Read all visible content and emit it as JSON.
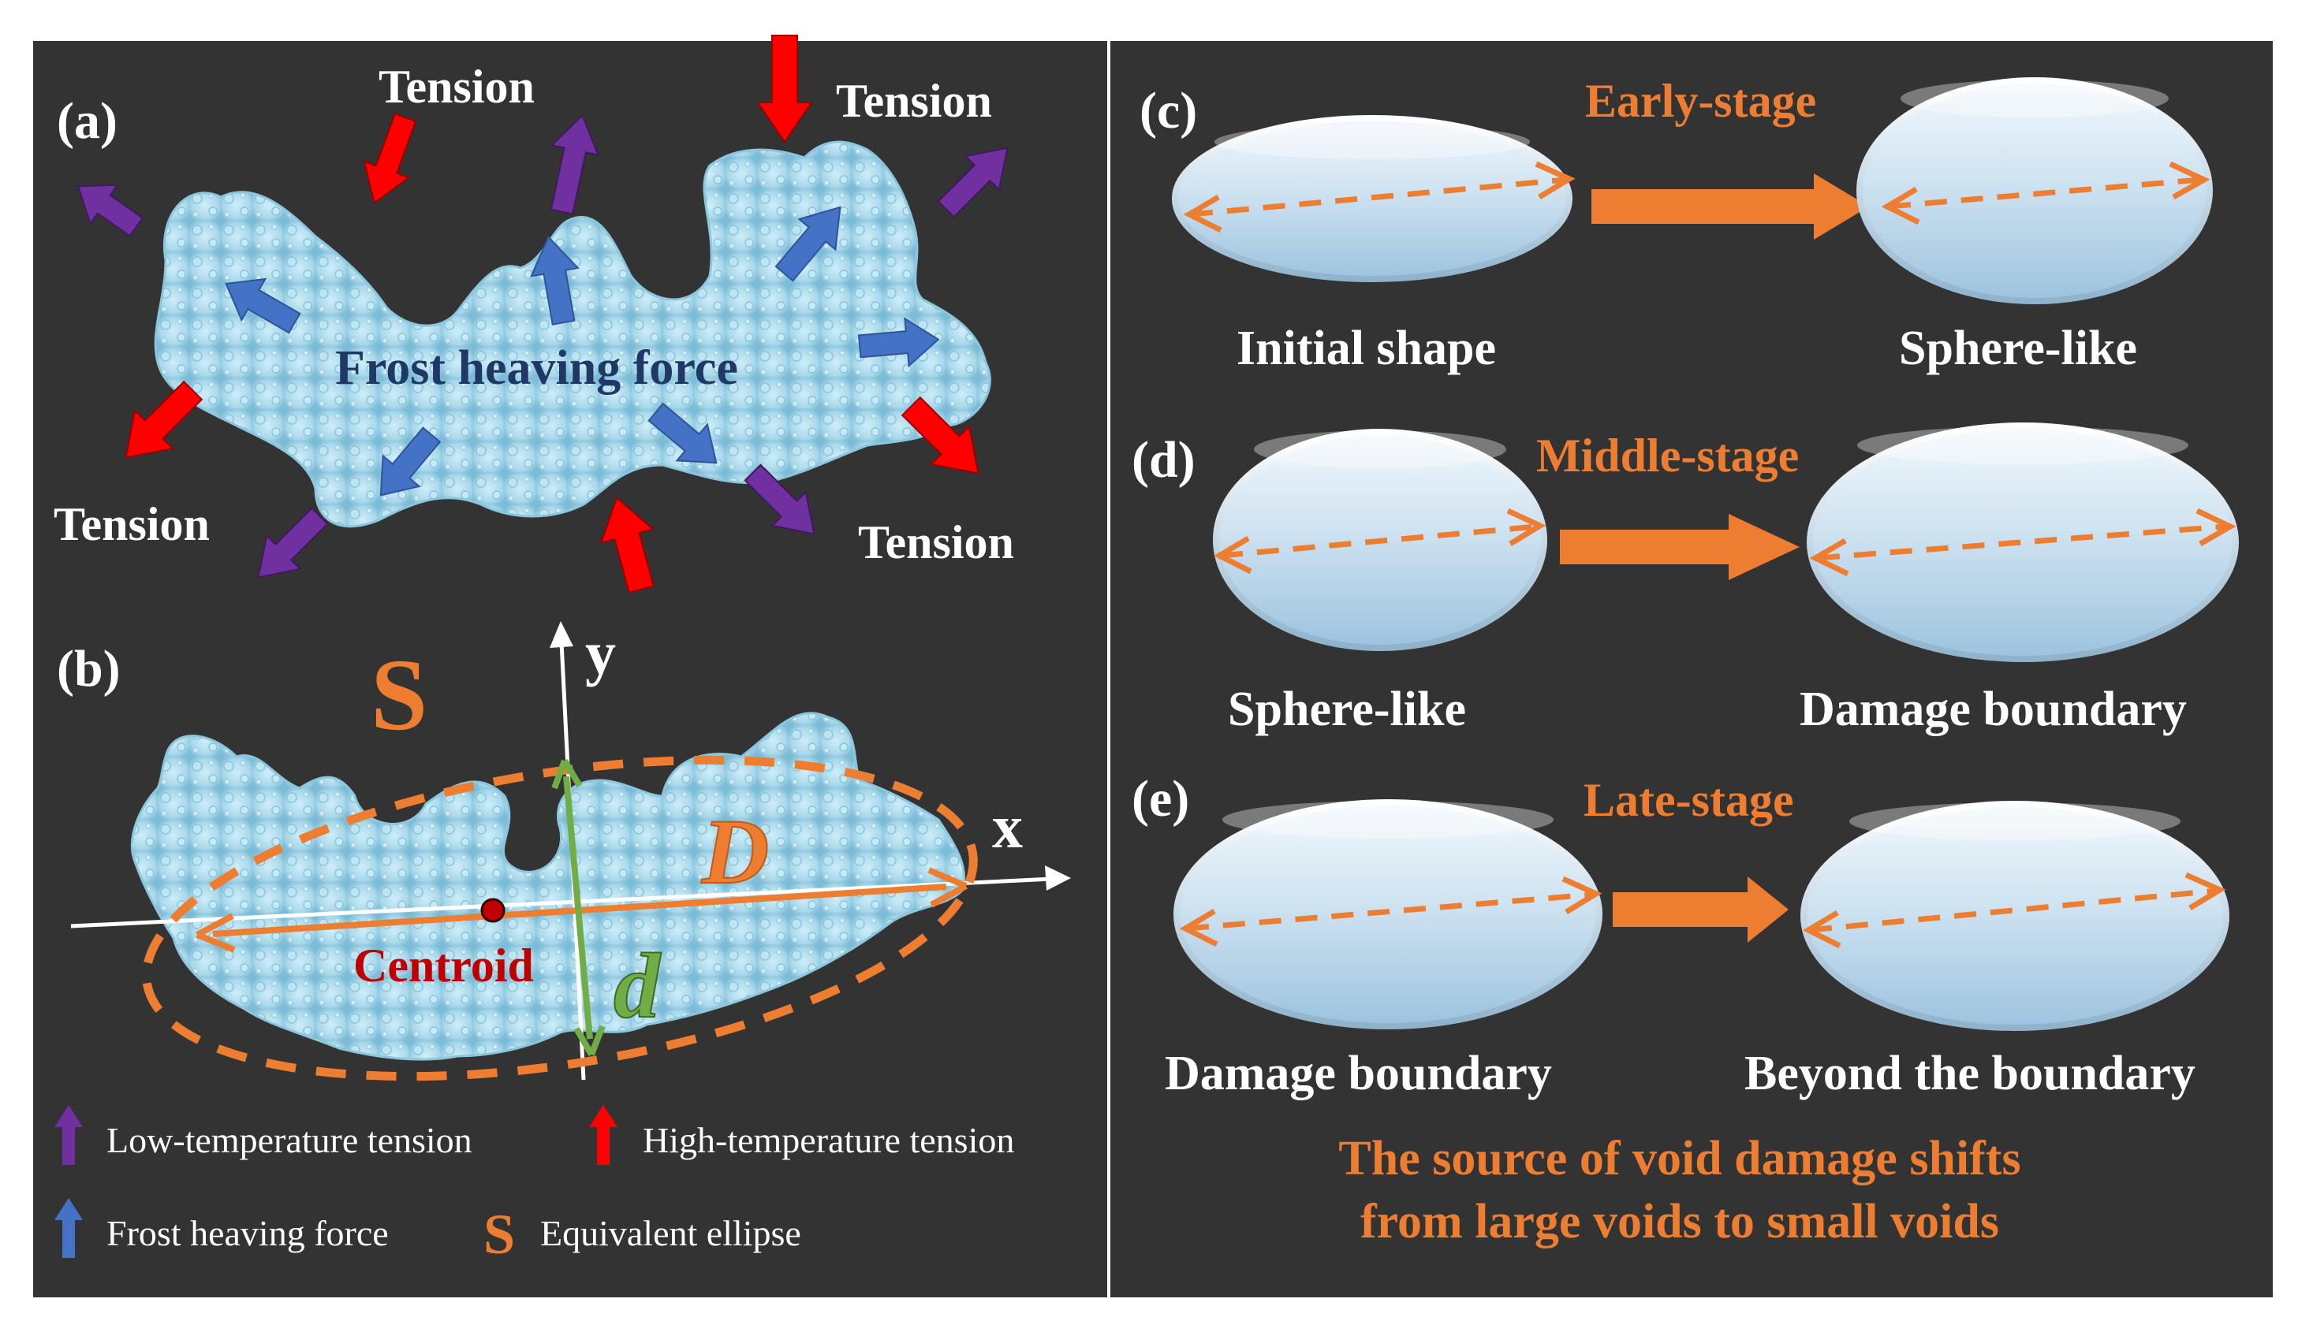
{
  "panel_a": {
    "label": "(a)",
    "tension_labels": [
      "Tension",
      "Tension",
      "Tension",
      "Tension"
    ],
    "center_label": "Frost heaving force"
  },
  "panel_b": {
    "label": "(b)",
    "ellipse_symbol": "S",
    "axis_y": "y",
    "axis_x": "x",
    "major_axis": "D",
    "minor_axis": "d",
    "centroid_label": "Centroid"
  },
  "legend": {
    "low_temp": "Low-temperature tension",
    "high_temp": "High-temperature tension",
    "frost": "Frost heaving force",
    "ellipse_symbol": "S",
    "ellipse": "Equivalent ellipse"
  },
  "panel_c": {
    "label": "(c)",
    "stage": "Early-stage",
    "left": "Initial shape",
    "right": "Sphere-like"
  },
  "panel_d": {
    "label": "(d)",
    "stage": "Middle-stage",
    "left": "Sphere-like",
    "right": "Damage boundary"
  },
  "panel_e": {
    "label": "(e)",
    "stage": "Late-stage",
    "left": "Damage boundary",
    "right": "Beyond the boundary"
  },
  "conclusion": {
    "line1": "The source of void damage shifts",
    "line2": "from large voids to small voids"
  },
  "colors": {
    "background": "#333333",
    "orange": "#ed7d31",
    "red": "#ff0000",
    "purple": "#7030a0",
    "blue": "#4472c4",
    "green": "#70ad47",
    "water": "#a9d8ea",
    "centroid_text": "#c00000",
    "frost_text": "#1f3864"
  }
}
